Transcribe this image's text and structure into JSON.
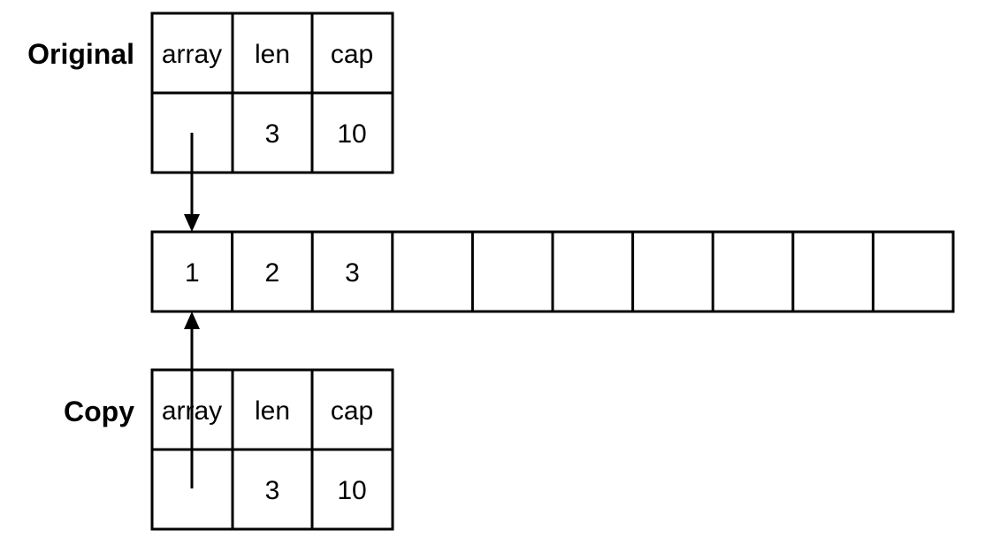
{
  "original": {
    "label": "Original",
    "headers": [
      "array",
      "len",
      "cap"
    ],
    "values": [
      "",
      "3",
      "10"
    ]
  },
  "copy": {
    "label": "Copy",
    "headers": [
      "array",
      "len",
      "cap"
    ],
    "values": [
      "",
      "3",
      "10"
    ]
  },
  "backing_array": {
    "values": [
      "1",
      "2",
      "3",
      "",
      "",
      "",
      "",
      "",
      "",
      ""
    ]
  }
}
